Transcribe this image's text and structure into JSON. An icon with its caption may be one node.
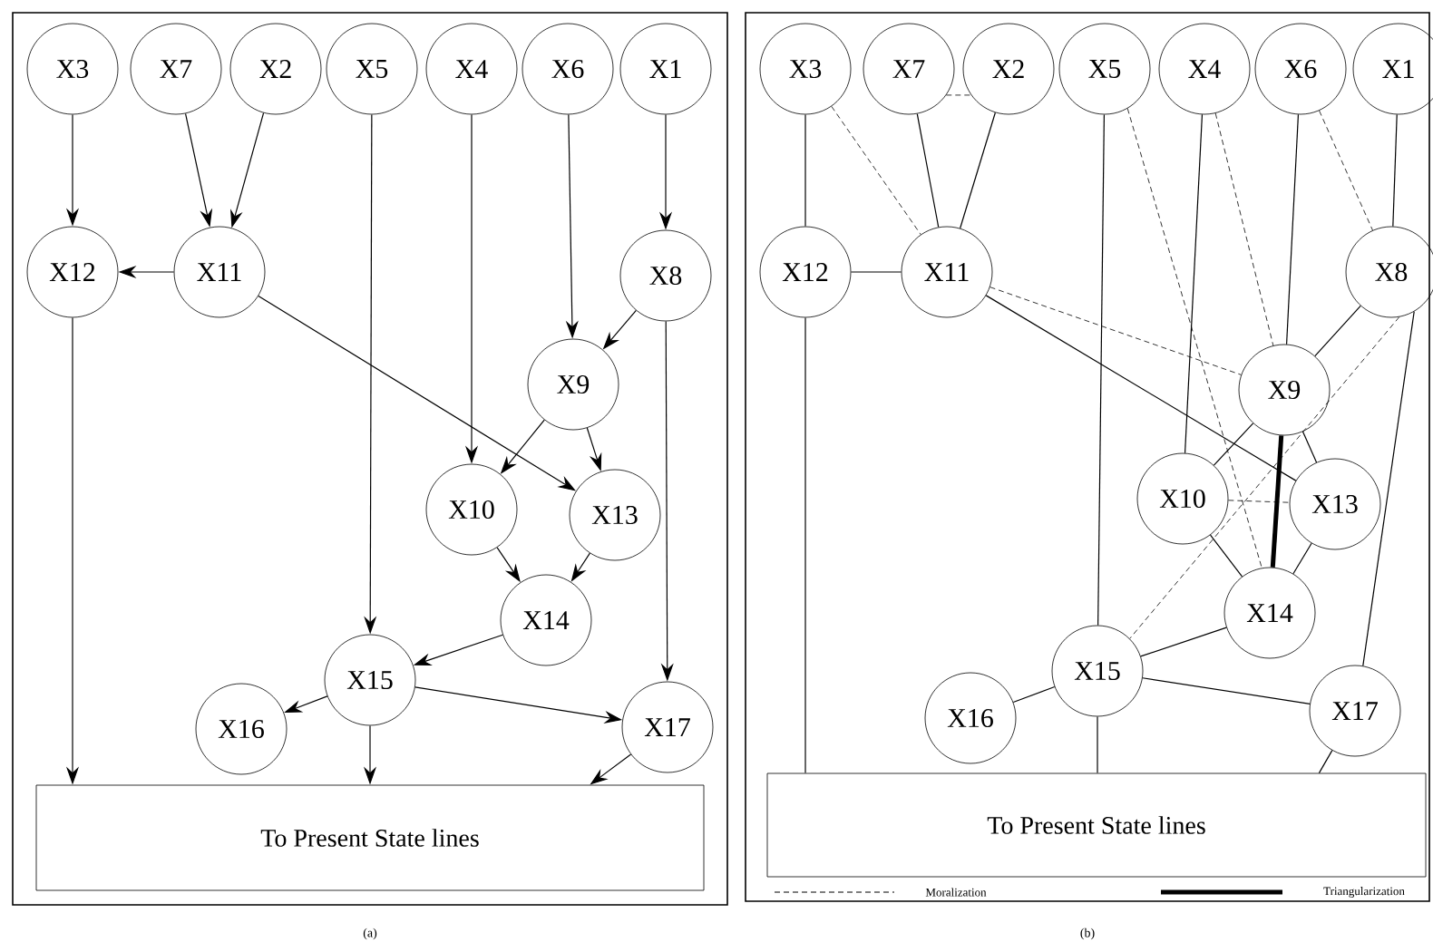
{
  "diagram": {
    "nodes": [
      {
        "text": [],
        "shape": "box",
        "beside": [
          "(a)"
        ]
      },
      {
        "text": [
          "X3"
        ],
        "in": 0
      },
      {
        "text": [
          "X7"
        ],
        "in": 0
      },
      {
        "text": [
          "X2"
        ],
        "in": 0
      },
      {
        "text": [
          "X5"
        ],
        "in": 0
      },
      {
        "text": [
          "X4"
        ],
        "in": 0
      },
      {
        "text": [
          "X6"
        ],
        "in": 0
      },
      {
        "text": [
          "X1"
        ],
        "in": 0
      },
      {
        "text": [
          "X12"
        ],
        "in": 0
      },
      {
        "text": [
          "X11"
        ],
        "in": 0
      },
      {
        "text": [
          "X8"
        ],
        "in": 0
      },
      {
        "text": [
          "X9"
        ],
        "in": 0
      },
      {
        "text": [
          "X10"
        ],
        "in": 0
      },
      {
        "text": [
          "X13"
        ],
        "in": 0
      },
      {
        "text": [
          "X14"
        ],
        "in": 0
      },
      {
        "text": [
          "X15"
        ],
        "in": 0
      },
      {
        "text": [
          "X16"
        ],
        "in": 0
      },
      {
        "text": [
          "X17"
        ],
        "in": 0
      },
      {
        "text": [
          "To Present State lines"
        ],
        "in": 0
      },
      {
        "text": [],
        "shape": "box",
        "beside": [
          "(b)"
        ]
      },
      {
        "text": [
          "X3"
        ],
        "in": 19
      },
      {
        "text": [
          "X7"
        ],
        "in": 19
      },
      {
        "text": [
          "X2"
        ],
        "in": 19
      },
      {
        "text": [
          "X5"
        ],
        "in": 19
      },
      {
        "text": [
          "X4"
        ],
        "in": 19
      },
      {
        "text": [
          "X6"
        ],
        "in": 19
      },
      {
        "text": [
          "X1"
        ],
        "in": 19
      },
      {
        "text": [
          "X12"
        ],
        "in": 19
      },
      {
        "text": [
          "X11"
        ],
        "in": 19
      },
      {
        "text": [
          "X8"
        ],
        "in": 19
      },
      {
        "text": [
          "X9"
        ],
        "in": 19
      },
      {
        "text": [
          "X10"
        ],
        "in": 19
      },
      {
        "text": [
          "X13"
        ],
        "in": 19
      },
      {
        "text": [
          "X14"
        ],
        "in": 19
      },
      {
        "text": [
          "X15"
        ],
        "in": 19
      },
      {
        "text": [
          "X16"
        ],
        "in": 19
      },
      {
        "text": [
          "X17"
        ],
        "in": 19
      },
      {
        "text": [
          "To Present State lines"
        ],
        "in": 19
      }
    ],
    "edges": [
      {
        "from": 1,
        "to": 8,
        "arrow": "to"
      },
      {
        "from": 2,
        "to": 9,
        "arrow": "to"
      },
      {
        "from": 3,
        "to": 9,
        "arrow": "to"
      },
      {
        "from": 9,
        "to": 8,
        "arrow": "to"
      },
      {
        "from": 7,
        "to": 10,
        "arrow": "to"
      },
      {
        "from": 6,
        "to": 11,
        "arrow": "to"
      },
      {
        "from": 10,
        "to": 11,
        "arrow": "to"
      },
      {
        "from": 5,
        "to": 12,
        "arrow": "to"
      },
      {
        "from": 11,
        "to": 12,
        "arrow": "to"
      },
      {
        "from": 11,
        "to": 13,
        "arrow": "to"
      },
      {
        "from": 9,
        "to": 13,
        "arrow": "to"
      },
      {
        "from": 12,
        "to": 14,
        "arrow": "to"
      },
      {
        "from": 13,
        "to": 14,
        "arrow": "to"
      },
      {
        "from": 4,
        "to": 15,
        "arrow": "to"
      },
      {
        "from": 14,
        "to": 15,
        "arrow": "to"
      },
      {
        "from": 15,
        "to": 16,
        "arrow": "to"
      },
      {
        "from": 15,
        "to": 17,
        "arrow": "to"
      },
      {
        "from": 10,
        "to": 17,
        "arrow": "to"
      },
      {
        "from": 8,
        "to": 18,
        "arrow": "to"
      },
      {
        "from": 15,
        "to": 18,
        "arrow": "to"
      },
      {
        "from": 17,
        "to": 18,
        "arrow": "to"
      },
      {
        "from": 20,
        "to": 27,
        "arrow": "none"
      },
      {
        "from": 21,
        "to": 28,
        "arrow": "none"
      },
      {
        "from": 22,
        "to": 28,
        "arrow": "none"
      },
      {
        "from": 28,
        "to": 27,
        "arrow": "none"
      },
      {
        "from": 26,
        "to": 29,
        "arrow": "none"
      },
      {
        "from": 25,
        "to": 30,
        "arrow": "none"
      },
      {
        "from": 29,
        "to": 30,
        "arrow": "none"
      },
      {
        "from": 24,
        "to": 31,
        "arrow": "none"
      },
      {
        "from": 30,
        "to": 31,
        "arrow": "none"
      },
      {
        "from": 30,
        "to": 32,
        "arrow": "none"
      },
      {
        "from": 28,
        "to": 32,
        "arrow": "none"
      },
      {
        "from": 31,
        "to": 33,
        "arrow": "none"
      },
      {
        "from": 32,
        "to": 33,
        "arrow": "none"
      },
      {
        "from": 23,
        "to": 34,
        "arrow": "none"
      },
      {
        "from": 33,
        "to": 34,
        "arrow": "none"
      },
      {
        "from": 34,
        "to": 35,
        "arrow": "none"
      },
      {
        "from": 34,
        "to": 36,
        "arrow": "none"
      },
      {
        "from": 29,
        "to": 36,
        "arrow": "none"
      },
      {
        "from": 27,
        "to": 37,
        "arrow": "none"
      },
      {
        "from": 34,
        "to": 37,
        "arrow": "none"
      },
      {
        "from": 36,
        "to": 37,
        "arrow": "none"
      },
      {
        "from": 20,
        "to": 28,
        "arrow": "none",
        "style": "dashed"
      },
      {
        "from": 21,
        "to": 22,
        "arrow": "none",
        "style": "dashed"
      },
      {
        "from": 28,
        "to": 30,
        "arrow": "none",
        "style": "dashed"
      },
      {
        "from": 23,
        "to": 33,
        "arrow": "none",
        "style": "dashed"
      },
      {
        "from": 24,
        "to": 30,
        "arrow": "none",
        "style": "dashed"
      },
      {
        "from": 25,
        "to": 29,
        "arrow": "none",
        "style": "dashed"
      },
      {
        "from": 31,
        "to": 32,
        "arrow": "none",
        "style": "dashed"
      },
      {
        "from": 29,
        "to": 34,
        "arrow": "none",
        "style": "dashed"
      },
      {
        "from": 30,
        "to": 33,
        "arrow": "none",
        "style": "thick"
      }
    ],
    "legend": [
      {
        "text": "Moralization"
      },
      {
        "text": "Triangularization"
      }
    ]
  }
}
